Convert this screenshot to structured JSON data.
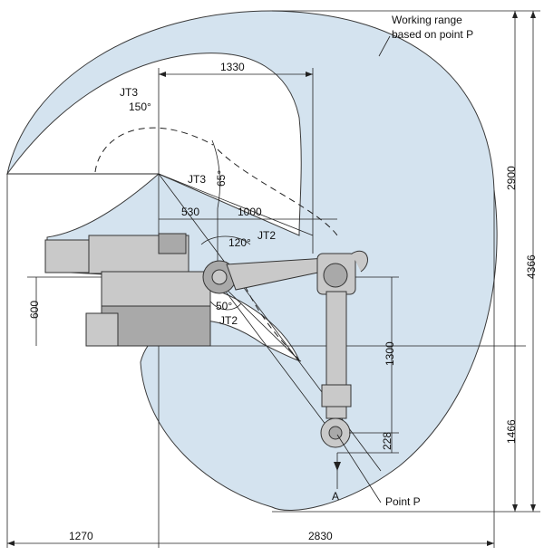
{
  "annotations": {
    "working_range_line1": "Working range",
    "working_range_line2": "based on point P",
    "point_p": "Point P",
    "view_a": "A"
  },
  "joints": {
    "jt3_upper": "JT3",
    "jt3_upper_angle": "150°",
    "jt3_inner": "JT3",
    "jt3_inner_angle": "65°",
    "jt2_upper": "JT2",
    "jt2_upper_angle": "120°",
    "jt2_lower": "JT2",
    "jt2_lower_angle": "50°"
  },
  "dimensions": {
    "d1330": "1330",
    "d530": "530",
    "d1000": "1000",
    "d600": "600",
    "d1300": "1300",
    "d228": "228",
    "d2900": "2900",
    "d4366": "4366",
    "d1466": "1466",
    "d1270": "1270",
    "d2830": "2830"
  },
  "colors": {
    "working_range_fill": "#d4e3ef",
    "working_range_stroke": "#3a3a3a",
    "robot_fill": "#c9c9c9"
  }
}
